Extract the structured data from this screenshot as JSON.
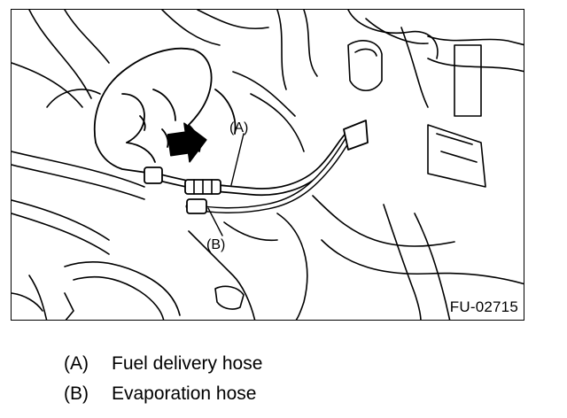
{
  "figure": {
    "callouts": {
      "a": "(A)",
      "b": "(B)"
    },
    "code": "FU-02715"
  },
  "legend": [
    {
      "key": "(A)",
      "text": "Fuel delivery hose"
    },
    {
      "key": "(B)",
      "text": "Evaporation hose"
    }
  ]
}
